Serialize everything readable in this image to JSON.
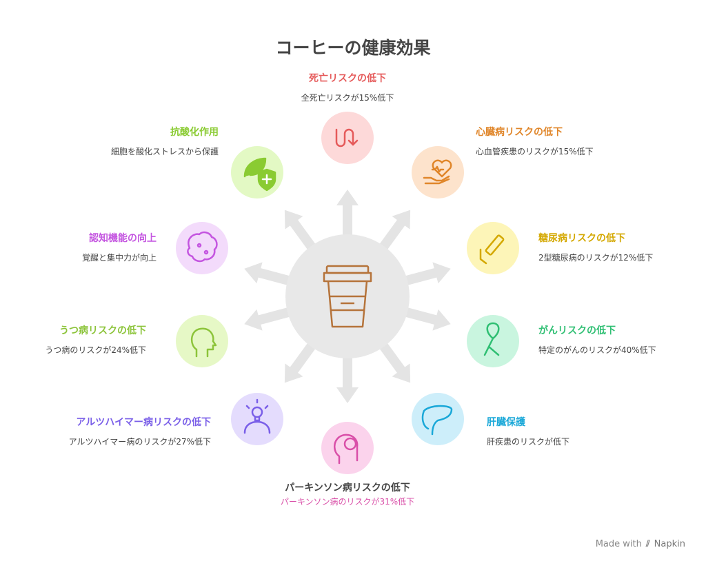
{
  "title": "コーヒーの健康効果",
  "items": [
    {
      "key": "mortality",
      "title": "死亡リスクの低下",
      "desc": "全死亡リスクが15%低下",
      "icon": "wavy-down-arrow-icon",
      "bg": "#fdd9d9",
      "color": "#e55a5a"
    },
    {
      "key": "heart",
      "title": "心臓病リスクの低下",
      "desc": "心血管疾患のリスクが15%低下",
      "icon": "heart-in-hand-icon",
      "bg": "#fde3cc",
      "color": "#e0862a"
    },
    {
      "key": "diabetes",
      "title": "糖尿病リスクの低下",
      "desc": "2型糖尿病のリスクが12%低下",
      "icon": "glucose-test-icon",
      "bg": "#fdf5b8",
      "color": "#d4a800"
    },
    {
      "key": "cancer",
      "title": "がんリスクの低下",
      "desc": "特定のがんのリスクが40%低下",
      "icon": "ribbon-icon",
      "bg": "#c9f5df",
      "color": "#2fbf73"
    },
    {
      "key": "liver",
      "title": "肝臓保護",
      "desc": "肝疾患のリスクが低下",
      "icon": "liver-icon",
      "bg": "#cdeefa",
      "color": "#1aa8d8"
    },
    {
      "key": "parkinson",
      "title": "パーキンソン病リスクの低下",
      "desc": "パーキンソン病のリスクが31%低下",
      "icon": "head-brain-icon",
      "bg": "#fbd3ec",
      "color": "#d94fa8"
    },
    {
      "key": "alzheimer",
      "title": "アルツハイマー病リスクの低下",
      "desc": "アルツハイマー病のリスクが27%低下",
      "icon": "lightbulb-person-icon",
      "bg": "#e4dcfd",
      "color": "#7a5fe8"
    },
    {
      "key": "depression",
      "title": "うつ病リスクの低下",
      "desc": "うつ病のリスクが24%低下",
      "icon": "head-profile-icon",
      "bg": "#e6f8c6",
      "color": "#8cc43a"
    },
    {
      "key": "cognitive",
      "title": "認知機能の向上",
      "desc": "覚醒と集中力が向上",
      "icon": "brain-circuit-icon",
      "bg": "#f3dbfb",
      "color": "#c455e0"
    },
    {
      "key": "antioxidant",
      "title": "抗酸化作用",
      "desc": "細胞を酸化ストレスから保護",
      "icon": "leaf-shield-icon",
      "bg": "#e3f9c4",
      "color": "#8acb32"
    }
  ],
  "center_icon": "coffee-cup-icon",
  "footer": {
    "made_with": "Made with",
    "brand": "Napkin"
  }
}
